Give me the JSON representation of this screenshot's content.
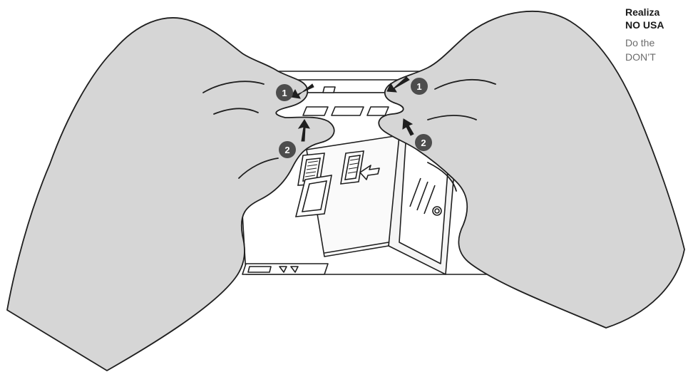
{
  "caption": {
    "title_line1": "Realiza",
    "title_line2": "NO USA",
    "body_line1": "Do the",
    "body_line2": "DON’T"
  },
  "steps": {
    "step1_left": "1",
    "step1_right": "1",
    "step2_left": "2",
    "step2_right": "2"
  },
  "colors": {
    "hand_fill": "#d6d6d6",
    "outline": "#1f1f1f",
    "badge": "#4d4d4d",
    "caption_title": "#1a1a1a",
    "caption_body": "#6b6b6b"
  },
  "icons": [
    "hand-left",
    "hand-right",
    "device-module",
    "push-arrow",
    "release-arrow",
    "connector",
    "slide-arrow"
  ]
}
